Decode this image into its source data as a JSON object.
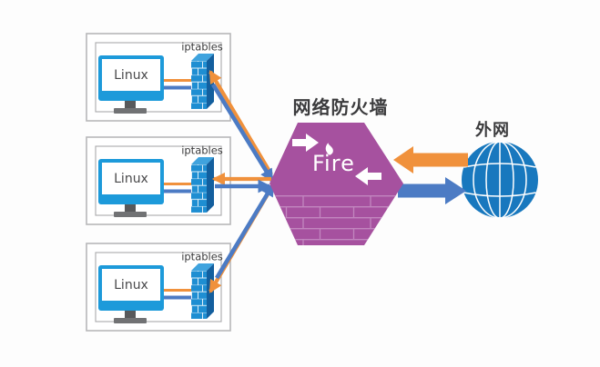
{
  "background": "#FDFDFD",
  "labels": {
    "firewall_title": "网络防火墙",
    "external_network": "外网",
    "fire": "Fire"
  },
  "hosts": [
    {
      "os": "Linux",
      "module": "iptables"
    },
    {
      "os": "Linux",
      "module": "iptables"
    },
    {
      "os": "Linux",
      "module": "iptables"
    }
  ],
  "colors": {
    "hexagon": "#A6519F",
    "orange": "#F0913C",
    "blue": "#4C7BC4",
    "globe": "#1878BE",
    "monitor": "#1D9ADA",
    "wall_front": "#1E8ED2",
    "wall_side": "#135F9E",
    "wall_top": "#3FA3DE",
    "text": "#3B3B3D"
  }
}
